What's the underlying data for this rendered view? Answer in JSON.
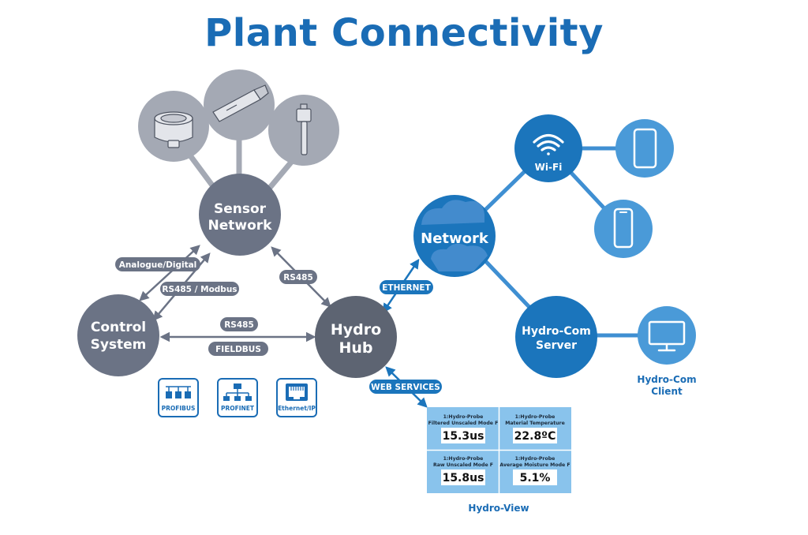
{
  "title": "Plant Connectivity",
  "nodes": {
    "sensor_network": [
      "Sensor",
      "Network"
    ],
    "control_system": [
      "Control",
      "System"
    ],
    "hydro_hub": [
      "Hydro",
      "Hub"
    ],
    "network": "Network",
    "wifi": "Wi-Fi",
    "hydro_com_server": [
      "Hydro-Com",
      "Server"
    ]
  },
  "link_labels": {
    "analogue_digital": "Analogue/Digital",
    "rs485_modbus": "RS485 / Modbus",
    "rs485_sensor": "RS485",
    "rs485_control": "RS485",
    "fieldbus": "FIELDBUS",
    "ethernet": "ETHERNET",
    "web_services": "WEB SERVICES"
  },
  "protocols": [
    {
      "label": "PROFIBUS",
      "icon": "profibus-icon"
    },
    {
      "label": "PROFINET",
      "icon": "profinet-icon"
    },
    {
      "label": "Ethernet/IP",
      "icon": "ethernet-port-icon"
    }
  ],
  "captions": {
    "hydro_com_client": [
      "Hydro-Com",
      "Client"
    ],
    "hydro_view": "Hydro-View"
  },
  "hydro_view_panels": [
    {
      "title1": "1:Hydro-Probe",
      "title2": "Filtered Unscaled Mode F",
      "value": "15.3us"
    },
    {
      "title1": "1:Hydro-Probe",
      "title2": "Material Temperature",
      "value": "22.8ºC"
    },
    {
      "title1": "1:Hydro-Probe",
      "title2": "Raw Unscaled Mode F",
      "value": "15.8us"
    },
    {
      "title1": "1:Hydro-Probe",
      "title2": "Average Moisture Mode F",
      "value": "5.1%"
    }
  ],
  "colors": {
    "title": "#1a6cb5",
    "grey_dark": "#6b7385",
    "grey_light": "#a4a9b4",
    "hub": "#5d6472",
    "blue": "#1b75bc",
    "blue_light": "#4a9ad8",
    "blue_line": "#3f8fd2",
    "panel_bg": "#89c3ec"
  }
}
